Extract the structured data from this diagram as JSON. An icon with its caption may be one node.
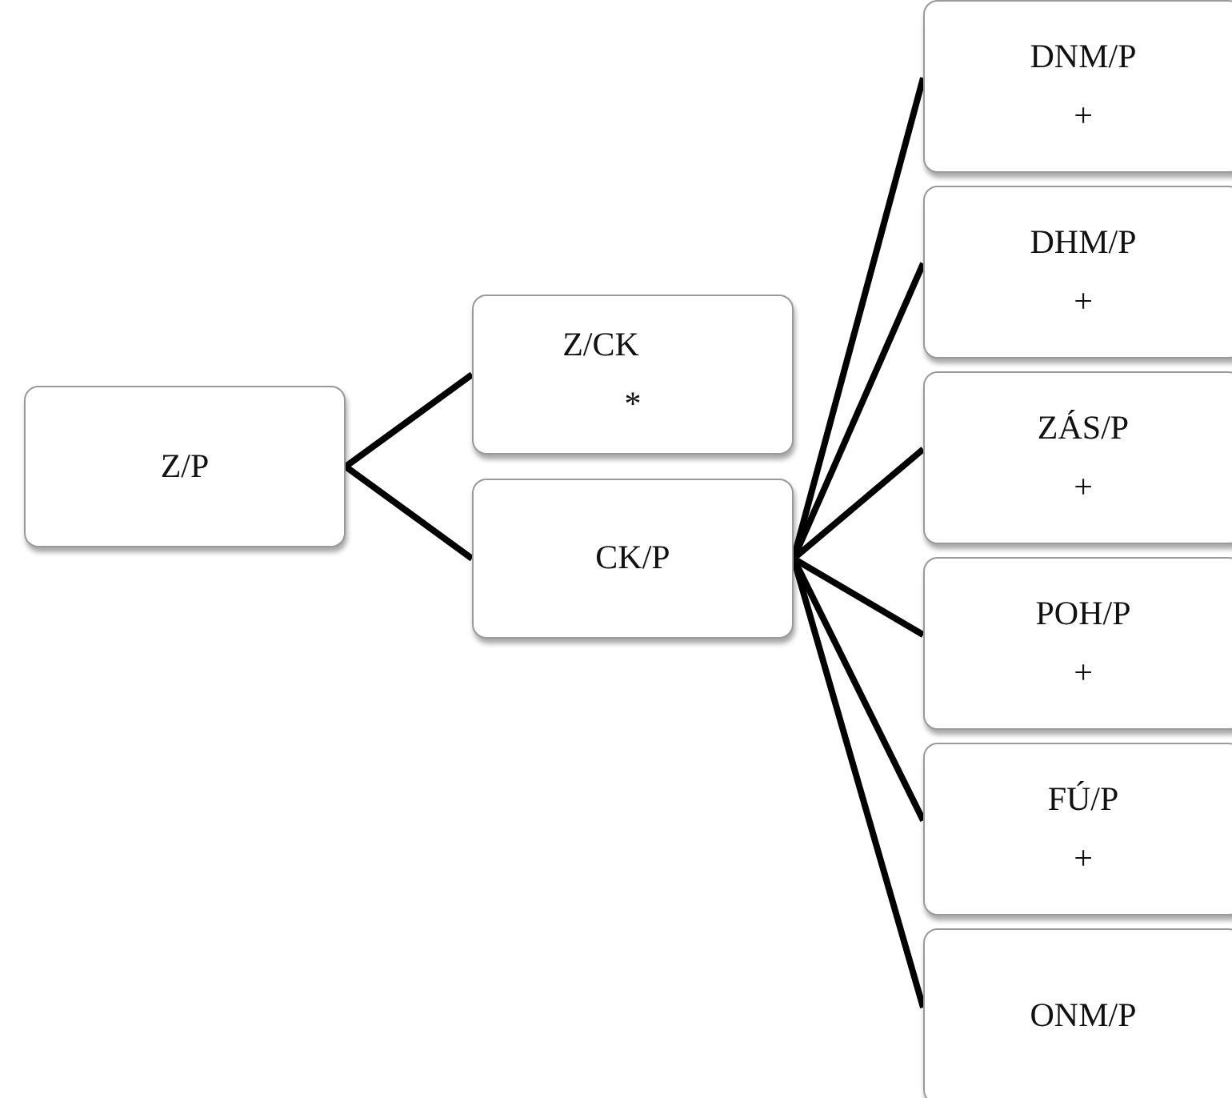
{
  "diagram": {
    "nodes": [
      {
        "text": [
          "Z/P"
        ]
      },
      {
        "text": [
          "Z/CK",
          "*"
        ]
      },
      {
        "text": [
          "CK/P"
        ]
      },
      {
        "text": [
          "DNM/P",
          "+"
        ]
      },
      {
        "text": [
          "DHM/P",
          "+"
        ]
      },
      {
        "text": [
          "ZÁS/P",
          "+"
        ]
      },
      {
        "text": [
          "POH/P",
          "+"
        ]
      },
      {
        "text": [
          "FÚ/P",
          "+"
        ]
      },
      {
        "text": [
          "ONM/P"
        ]
      }
    ],
    "edges": [
      {
        "from": 0,
        "to": 1,
        "arrow": "none"
      },
      {
        "from": 0,
        "to": 2,
        "arrow": "none"
      },
      {
        "from": 2,
        "to": 3,
        "arrow": "none"
      },
      {
        "from": 2,
        "to": 4,
        "arrow": "none"
      },
      {
        "from": 2,
        "to": 5,
        "arrow": "none"
      },
      {
        "from": 2,
        "to": 6,
        "arrow": "none"
      },
      {
        "from": 2,
        "to": 7,
        "arrow": "none"
      },
      {
        "from": 2,
        "to": 8,
        "arrow": "none"
      }
    ]
  }
}
